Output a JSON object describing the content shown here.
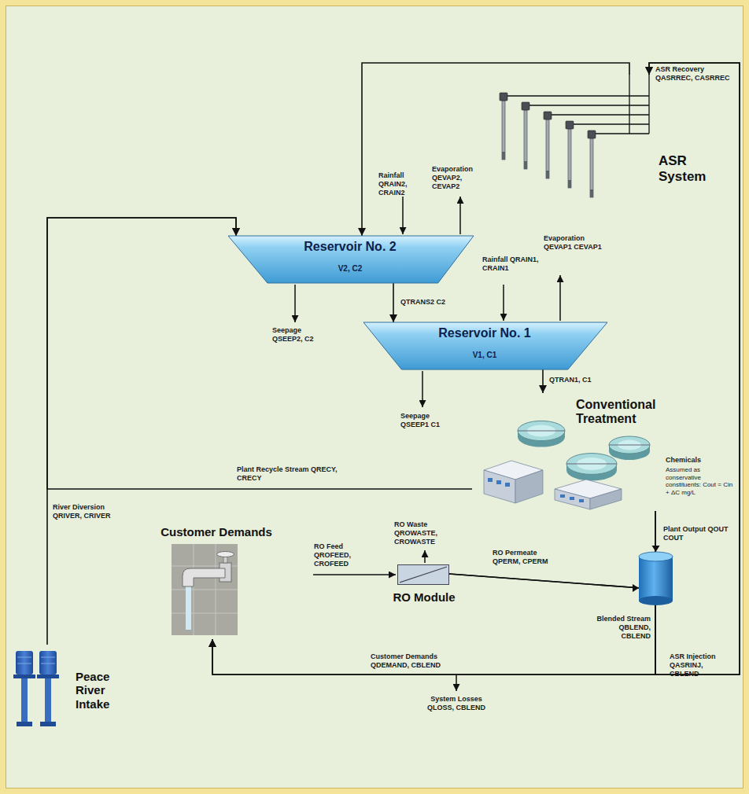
{
  "diagram": {
    "nodes": [
      {
        "text": [
          "ASR System"
        ]
      },
      {
        "text": [
          "Reservoir No. 2",
          "V2, C2"
        ]
      },
      {
        "text": [
          "Reservoir No. 1",
          "V1, C1"
        ]
      },
      {
        "text": [
          "Conventional Treatment"
        ]
      },
      {
        "text": [
          "Customer Demands"
        ]
      },
      {
        "text": [
          "RO Module"
        ]
      },
      {
        "text": [
          "Peace River Intake"
        ]
      }
    ],
    "edges": [
      {
        "from": 0,
        "to": 1,
        "arrow": "to",
        "label": "ASR Recovery QASRREC, CASRREC"
      },
      {
        "from": 6,
        "to": 1,
        "arrow": "to",
        "label": "River Diversion QRIVER, CRIVER"
      },
      {
        "from": 1,
        "to": 2,
        "arrow": "to",
        "label": "QTRANS2 C2"
      },
      {
        "from": 2,
        "to": 3,
        "arrow": "to",
        "label": "QTRAN1, C1"
      },
      {
        "from": 3,
        "to": 1,
        "arrow": "to",
        "label": "Plant Recycle Stream QRECY, CRECY"
      },
      {
        "from": 3,
        "to": 4,
        "arrow": "to"
      },
      {
        "from": 3,
        "to": 0,
        "arrow": "to"
      },
      {
        "from": 5,
        "to": 4,
        "arrow": "to"
      },
      {
        "from": 5,
        "to": 0,
        "arrow": "to"
      }
    ],
    "labels": [
      "Rainfall QRAIN2, CRAIN2",
      "Evaporation QEVAP2, CEVAP2",
      "Rainfall QRAIN1, CRAIN1",
      "Evaporation QEVAP1 CEVAP1",
      "Seepage QSEEP2, C2",
      "Seepage QSEEP1 C1",
      "Chemicals",
      "Assumed as conservative constituents: Cout = Cin + ΔC mg/L",
      "RO Waste QROWASTE, CROWASTE",
      "RO Feed QROFEED, CROFEED",
      "RO Permeate QPERM, CPERM",
      "Plant Output QOUT COUT",
      "Blended Stream QBLEND, CBLEND",
      "Customer Demands QDEMAND, CBLEND",
      "ASR Injection QASRINJ, CBLEND",
      "System Losses QLOSS, CBLEND"
    ]
  }
}
